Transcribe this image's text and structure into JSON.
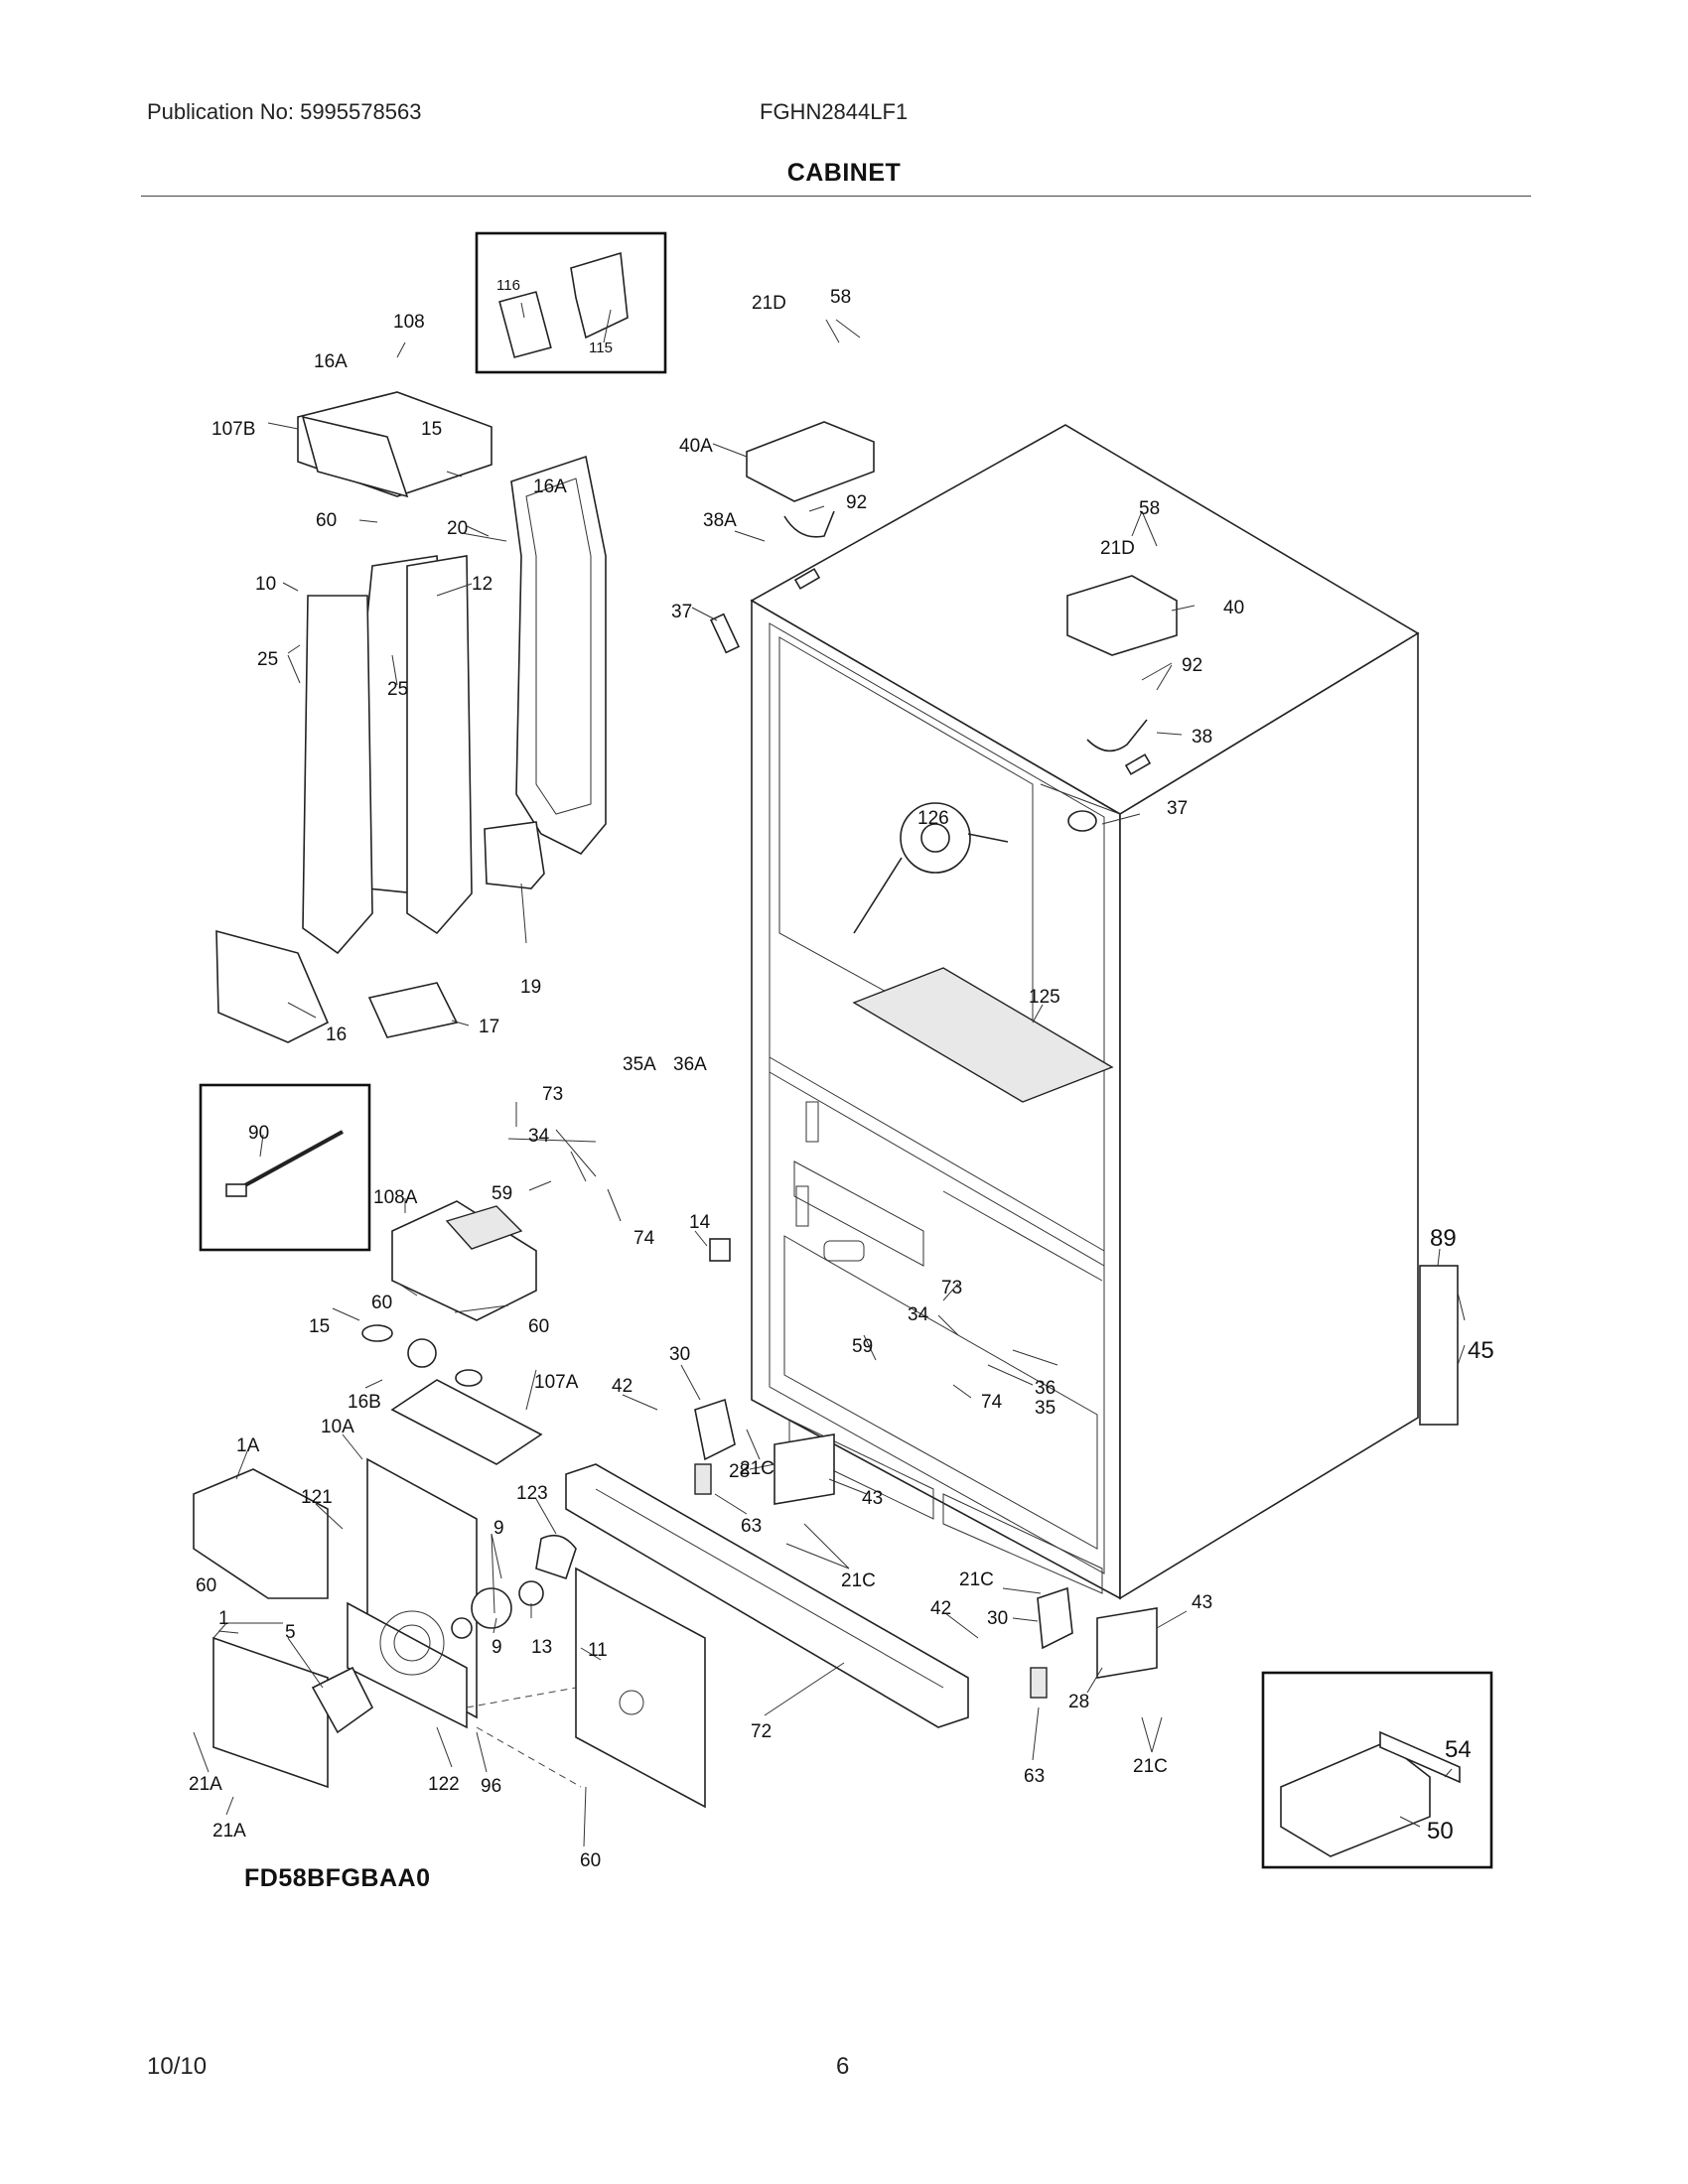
{
  "header": {
    "publication": "Publication No: 5995578563",
    "model_number": "FGHN2844LF1",
    "section_title": "CABINET"
  },
  "diagram_code": "FD58BFGBAA0",
  "footer": {
    "date": "10/10",
    "page_number": "6"
  },
  "part_labels": [
    "116",
    "115",
    "108",
    "16A",
    "107B",
    "15",
    "16A",
    "60",
    "20",
    "10",
    "12",
    "25",
    "25",
    "19",
    "16",
    "17",
    "21D",
    "58",
    "40A",
    "92",
    "38A",
    "37",
    "58",
    "21D",
    "40",
    "92",
    "38",
    "37",
    "126",
    "125",
    "90",
    "73",
    "35A",
    "36A",
    "34",
    "59",
    "74",
    "108A",
    "60",
    "15",
    "60",
    "16B",
    "107A",
    "14",
    "89",
    "45",
    "73",
    "34",
    "59",
    "36",
    "74",
    "35",
    "30",
    "42",
    "21C",
    "28",
    "43",
    "63",
    "21C",
    "1A",
    "10A",
    "121",
    "123",
    "9",
    "60",
    "1",
    "5",
    "9",
    "13",
    "11",
    "72",
    "21C",
    "42",
    "30",
    "43",
    "28",
    "63",
    "21C",
    "21A",
    "21A",
    "122",
    "96",
    "60",
    "54",
    "50"
  ]
}
